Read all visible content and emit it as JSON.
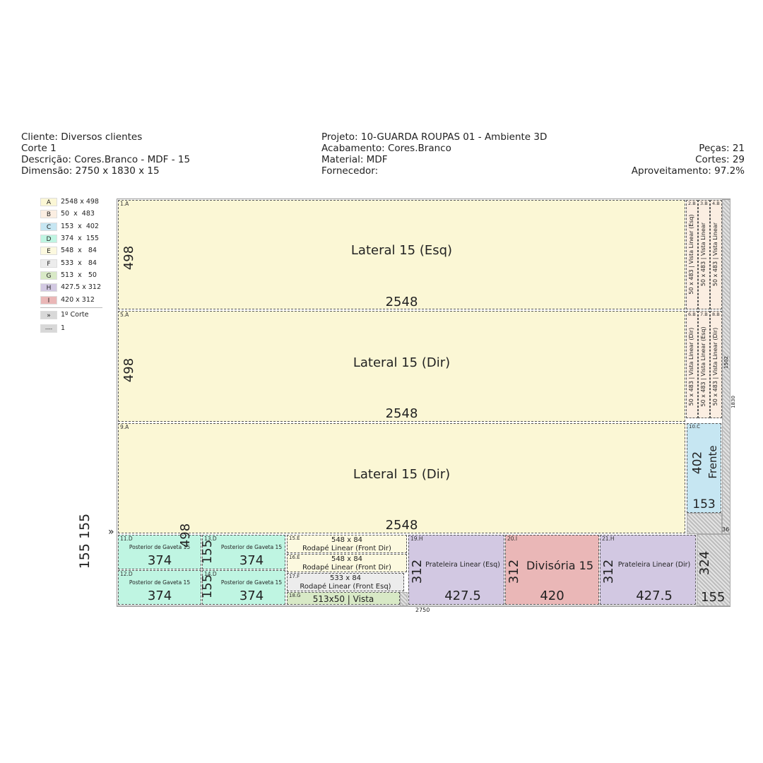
{
  "header": {
    "cliente": "Cliente: Diversos clientes",
    "corte": "Corte 1",
    "descricao": "Descrição: Cores.Branco - MDF - 15",
    "dimensao": "Dimensão: 2750 x 1830 x 15",
    "projeto": "Projeto: 10-GUARDA ROUPAS 01 - Ambiente 3D",
    "acabamento": "Acabamento: Cores.Branco",
    "material": "Material: MDF",
    "fornecedor": "Fornecedor:",
    "pecas": "Peças: 21",
    "cortes": "Cortes: 29",
    "aproveitamento": "Aproveitamento: 97.2%"
  },
  "colors": {
    "A": "#fbf7d5",
    "B": "#fbeee2",
    "C": "#c6e6f2",
    "D": "#bff5e2",
    "E": "#fcf9df",
    "F": "#ececec",
    "G": "#d8e9c6",
    "H": "#d2c8e2",
    "I": "#eab7b7"
  },
  "legend": [
    {
      "code": "A",
      "size": "2548 x 498"
    },
    {
      "code": "B",
      "size": "50  x  483"
    },
    {
      "code": "C",
      "size": "153  x  402"
    },
    {
      "code": "D",
      "size": "374  x  155"
    },
    {
      "code": "E",
      "size": "548  x   84"
    },
    {
      "code": "F",
      "size": "533  x   84"
    },
    {
      "code": "G",
      "size": "513  x   50"
    },
    {
      "code": "H",
      "size": "427.5 x 312"
    },
    {
      "code": "I",
      "size": "420 x 312"
    }
  ],
  "legend_extra": [
    {
      "symbol": "»",
      "label": "1º Corte"
    },
    {
      "symbol": "----",
      "label": "1"
    }
  ],
  "pieces": {
    "p1": {
      "id": "1.A",
      "name": "Lateral 15 (Esq)",
      "w": "2548",
      "h": "498"
    },
    "p2": {
      "id": "2.B",
      "text": "50 x 483 | Vista Linear (Esq)"
    },
    "p3": {
      "id": "3.B",
      "text": "50 x 483 | Vista Linear"
    },
    "p4": {
      "id": "4.B",
      "text": "50 x 483 | Vista Linear"
    },
    "p5": {
      "id": "5.A",
      "name": "Lateral 15 (Dir)",
      "w": "2548",
      "h": "498"
    },
    "p6": {
      "id": "6.B",
      "text": "50 x 483 | Vista Linear (Dir)"
    },
    "p7": {
      "id": "7.B",
      "text": "50 x 483 | Vista Linear (Esq)"
    },
    "p8": {
      "id": "8.B",
      "text": "50 x 483 | Vista Linear (Dir)"
    },
    "p9": {
      "id": "9.A",
      "name": "Lateral 15 (Dir)",
      "w": "2548",
      "h": "498"
    },
    "p10": {
      "id": "10.C",
      "name": "Frente",
      "w": "153",
      "h": "402"
    },
    "p11": {
      "id": "11.D",
      "name": "Posterior de Gaveta 15",
      "w": "374",
      "h": "155"
    },
    "p12": {
      "id": "12.D",
      "name": "Posterior de Gaveta 15",
      "w": "374",
      "h": "155"
    },
    "p13": {
      "id": "13.D",
      "name": "Posterior de Gaveta 15",
      "w": "374",
      "h": "155"
    },
    "p14": {
      "id": "14.D",
      "name": "Posterior de Gaveta 15",
      "w": "374",
      "h": "155"
    },
    "p15": {
      "id": "15.E",
      "dims": "548 x 84",
      "name": "Rodapé Linear (Front Dir)"
    },
    "p16": {
      "id": "16.E",
      "dims": "548 x 84",
      "name": "Rodapé Linear (Front Dir)"
    },
    "p17": {
      "id": "17.F",
      "dims": "533 x 84",
      "name": "Rodapé Linear (Front Esq)"
    },
    "p18": {
      "id": "18.G",
      "text": "513x50 | Vista"
    },
    "p19": {
      "id": "19.H",
      "name": "Prateleira Linear (Esq)",
      "w": "427.5",
      "h": "312"
    },
    "p20": {
      "id": "20.I",
      "name": "Divisória 15",
      "w": "420",
      "h": "312"
    },
    "p21": {
      "id": "21.H",
      "name": "Prateleira Linear (Dir)",
      "w": "427.5",
      "h": "312"
    }
  },
  "sheet_dims": {
    "width": "2750",
    "height": "1830",
    "inner": "1502",
    "strip": "36",
    "scrap_h": "324",
    "scrap_w": "155",
    "outside_left": "155 155",
    "first_cut_marker": "»",
    "overlap_498": "498",
    "overlap_155a": "155",
    "overlap_155b": "155"
  }
}
